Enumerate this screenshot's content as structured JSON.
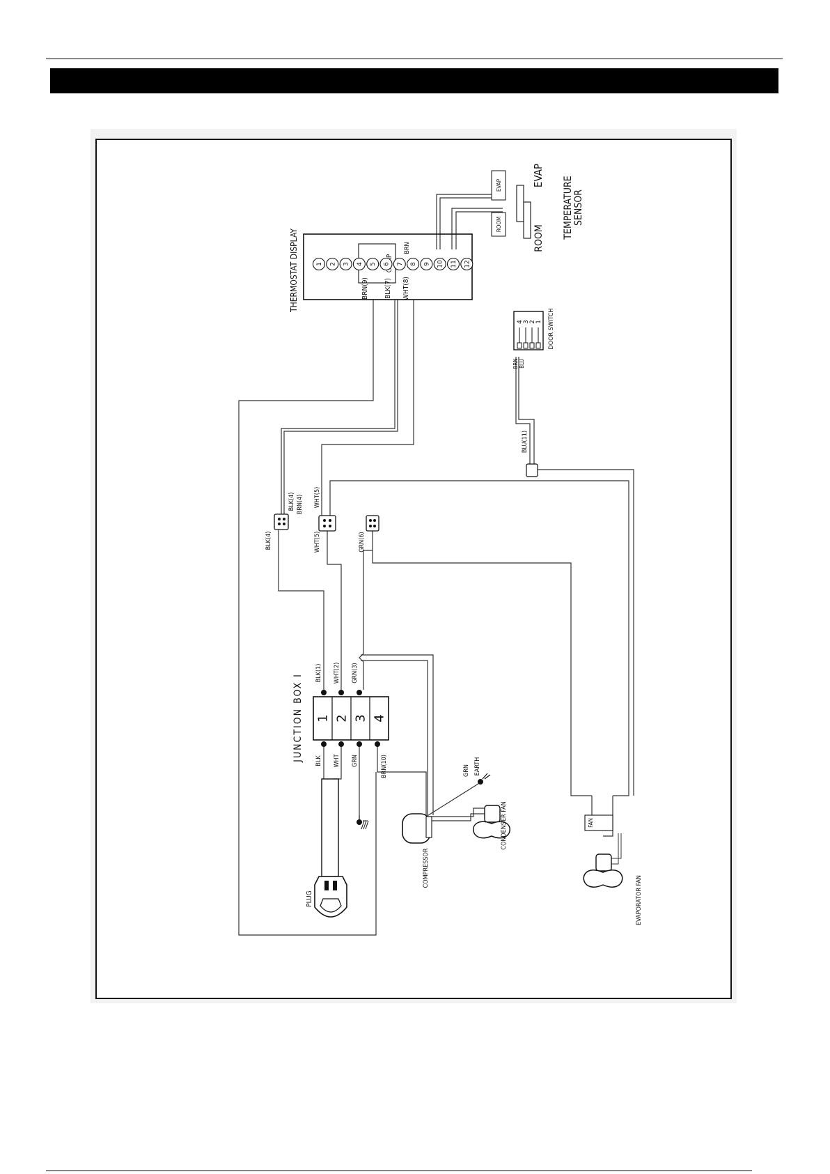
{
  "thermostat": {
    "title": "THERMOSTAT DISPLAY",
    "comp": "COMP",
    "brn_top": "BRN",
    "terminals": [
      "1",
      "2",
      "3",
      "4",
      "5",
      "6",
      "7",
      "8",
      "9",
      "10",
      "11",
      "12"
    ],
    "wire_brn9": "BRN(9)",
    "wire_blk7": "BLK(7)",
    "wire_wht8": "WHT(8)"
  },
  "sensor": {
    "evap_box": "EVAP",
    "room_box": "ROOM",
    "evap_label": "EVAP",
    "room_label": "ROOM",
    "title_line1": "TEMPERATURE",
    "title_line2": "SENSOR"
  },
  "door_switch": {
    "title": "DOOR SWITCH",
    "pins": [
      "4",
      "3",
      "2",
      "1"
    ],
    "wire_labels": [
      "BRN",
      "BLU"
    ],
    "blu11": "BLU(11)"
  },
  "connectors": {
    "blk4_a": "BLK(4)",
    "blk4_b": "BLK(4)",
    "brn4": "BRN(4)",
    "wht5_a": "WHT(5)",
    "wht5_b": "WHT(5)",
    "grn6": "GRN(6)"
  },
  "junction_box": {
    "title": "JUNCTION BOX I",
    "terminals": [
      "1",
      "2",
      "3",
      "4"
    ],
    "right_labels": [
      "BLK(1)",
      "WHT(2)",
      "GRN(3)"
    ],
    "left_labels": [
      "BLK",
      "WHT",
      "GRN",
      "BRN(10)"
    ]
  },
  "components": {
    "plug": "PLUG",
    "compressor": "COMPRESSOR",
    "condenser_fan": "CONDENSER FAN",
    "evaporator_fan": "EVAPORATOR FAN",
    "fan_box": "FAN",
    "grn": "GRN",
    "earth": "EARTH"
  }
}
